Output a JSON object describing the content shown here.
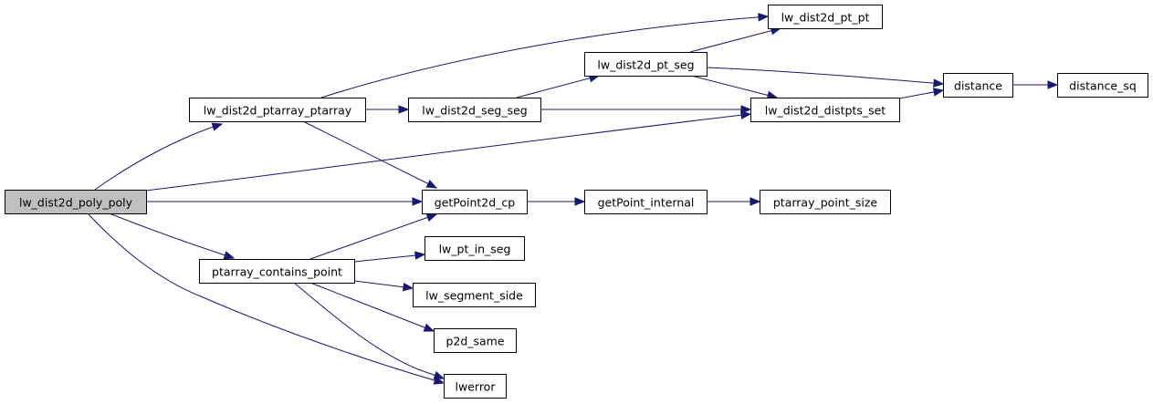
{
  "graph": {
    "type": "call-graph",
    "root": "lw_dist2d_poly_poly",
    "colors": {
      "edge": "#191970",
      "root_fill": "#bfbfbf",
      "node_fill": "#ffffff",
      "border": "#000000"
    },
    "nodes": [
      {
        "id": "lw_dist2d_poly_poly",
        "label": "lw_dist2d_poly_poly",
        "root": true
      },
      {
        "id": "lw_dist2d_ptarray_ptarray",
        "label": "lw_dist2d_ptarray_ptarray"
      },
      {
        "id": "lw_dist2d_seg_seg",
        "label": "lw_dist2d_seg_seg"
      },
      {
        "id": "lw_dist2d_pt_pt",
        "label": "lw_dist2d_pt_pt"
      },
      {
        "id": "lw_dist2d_pt_seg",
        "label": "lw_dist2d_pt_seg"
      },
      {
        "id": "lw_dist2d_distpts_set",
        "label": "lw_dist2d_distpts_set"
      },
      {
        "id": "distance",
        "label": "distance"
      },
      {
        "id": "distance_sq",
        "label": "distance_sq"
      },
      {
        "id": "getPoint2d_cp",
        "label": "getPoint2d_cp"
      },
      {
        "id": "getPoint_internal",
        "label": "getPoint_internal"
      },
      {
        "id": "ptarray_point_size",
        "label": "ptarray_point_size"
      },
      {
        "id": "ptarray_contains_point",
        "label": "ptarray_contains_point"
      },
      {
        "id": "lw_pt_in_seg",
        "label": "lw_pt_in_seg"
      },
      {
        "id": "lw_segment_side",
        "label": "lw_segment_side"
      },
      {
        "id": "p2d_same",
        "label": "p2d_same"
      },
      {
        "id": "lwerror",
        "label": "lwerror"
      }
    ],
    "edges": [
      {
        "from": "lw_dist2d_poly_poly",
        "to": "lw_dist2d_ptarray_ptarray"
      },
      {
        "from": "lw_dist2d_poly_poly",
        "to": "lw_dist2d_distpts_set"
      },
      {
        "from": "lw_dist2d_poly_poly",
        "to": "getPoint2d_cp"
      },
      {
        "from": "lw_dist2d_poly_poly",
        "to": "ptarray_contains_point"
      },
      {
        "from": "lw_dist2d_poly_poly",
        "to": "lwerror"
      },
      {
        "from": "lw_dist2d_ptarray_ptarray",
        "to": "lw_dist2d_pt_pt"
      },
      {
        "from": "lw_dist2d_ptarray_ptarray",
        "to": "lw_dist2d_seg_seg"
      },
      {
        "from": "lw_dist2d_ptarray_ptarray",
        "to": "getPoint2d_cp"
      },
      {
        "from": "lw_dist2d_seg_seg",
        "to": "lw_dist2d_pt_seg"
      },
      {
        "from": "lw_dist2d_seg_seg",
        "to": "lw_dist2d_distpts_set"
      },
      {
        "from": "lw_dist2d_pt_seg",
        "to": "lw_dist2d_pt_pt"
      },
      {
        "from": "lw_dist2d_pt_seg",
        "to": "distance"
      },
      {
        "from": "lw_dist2d_pt_seg",
        "to": "lw_dist2d_distpts_set"
      },
      {
        "from": "lw_dist2d_distpts_set",
        "to": "distance"
      },
      {
        "from": "distance",
        "to": "distance_sq"
      },
      {
        "from": "getPoint2d_cp",
        "to": "getPoint_internal"
      },
      {
        "from": "getPoint_internal",
        "to": "ptarray_point_size"
      },
      {
        "from": "ptarray_contains_point",
        "to": "getPoint2d_cp"
      },
      {
        "from": "ptarray_contains_point",
        "to": "lw_pt_in_seg"
      },
      {
        "from": "ptarray_contains_point",
        "to": "lw_segment_side"
      },
      {
        "from": "ptarray_contains_point",
        "to": "p2d_same"
      },
      {
        "from": "ptarray_contains_point",
        "to": "lwerror"
      }
    ]
  }
}
